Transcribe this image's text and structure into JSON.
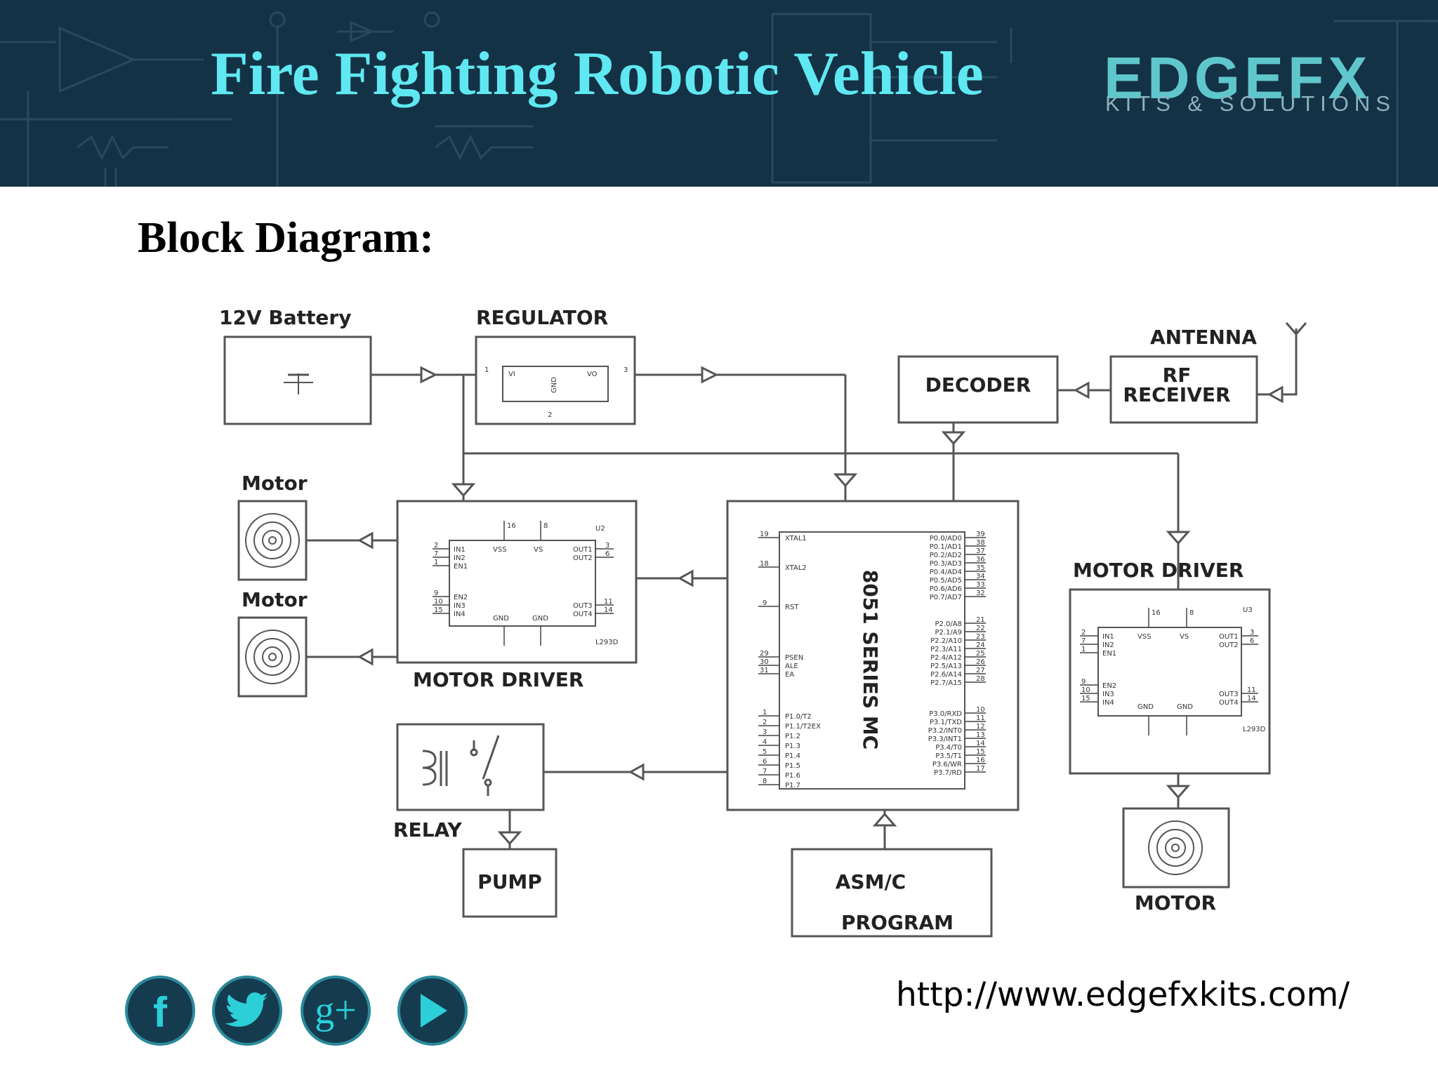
{
  "header": {
    "title": "Fire Fighting Robotic Vehicle",
    "logo_main": "EDGEFX",
    "logo_sub": "KITS & SOLUTIONS",
    "colors": {
      "background": "#143246",
      "title": "#5fe8f2",
      "logo": "#5fc7cc"
    }
  },
  "section_title": "Block Diagram:",
  "diagram": {
    "battery": "12V Battery",
    "regulator": "REGULATOR",
    "regulator_pins": {
      "vi": "VI",
      "vo": "VO",
      "gnd": "GND",
      "in": "1",
      "out": "3",
      "gnd_pin": "2"
    },
    "antenna": "ANTENNA",
    "rf_receiver_line1": "RF",
    "rf_receiver_line2": "RECEIVER",
    "decoder": "DECODER",
    "motor_1": "Motor",
    "motor_2": "Motor",
    "motor_3": "MOTOR",
    "motor_driver_left": {
      "label": "MOTOR DRIVER",
      "ref": "U2",
      "part": "L293D",
      "pins_left": [
        "IN1",
        "IN2",
        "EN1",
        "EN2",
        "IN3",
        "IN4"
      ],
      "pin_numbers_left": [
        "2",
        "7",
        "1",
        "9",
        "10",
        "15"
      ],
      "pins_right": [
        "OUT1",
        "OUT2",
        "OUT3",
        "OUT4"
      ],
      "pin_numbers_right": [
        "3",
        "6",
        "11",
        "14"
      ],
      "top_pins": [
        "VSS",
        "VS"
      ],
      "top_numbers": [
        "16",
        "8"
      ],
      "bottom_pins": [
        "GND",
        "GND"
      ]
    },
    "motor_driver_right": {
      "label": "MOTOR DRIVER",
      "ref": "U3",
      "part": "L293D",
      "pins_left": [
        "IN1",
        "IN2",
        "EN1",
        "EN2",
        "IN3",
        "IN4"
      ],
      "pin_numbers_left": [
        "2",
        "7",
        "1",
        "9",
        "10",
        "15"
      ],
      "pins_right": [
        "OUT1",
        "OUT2",
        "OUT3",
        "OUT4"
      ],
      "pin_numbers_right": [
        "3",
        "6",
        "11",
        "14"
      ],
      "top_pins": [
        "VSS",
        "VS"
      ],
      "top_numbers": [
        "16",
        "8"
      ],
      "bottom_pins": [
        "GND",
        "GND"
      ]
    },
    "mcu": {
      "label": "8051 SERIES MC",
      "left_pins": [
        "XTAL1",
        "XTAL2",
        "RST",
        "PSEN",
        "ALE",
        "EA",
        "P1.0/T2",
        "P1.1/T2EX",
        "P1.2",
        "P1.3",
        "P1.4",
        "P1.5",
        "P1.6",
        "P1.7"
      ],
      "left_numbers": [
        "19",
        "18",
        "9",
        "29",
        "30",
        "31",
        "1",
        "2",
        "3",
        "4",
        "5",
        "6",
        "7",
        "8"
      ],
      "right_pins": [
        "P0.0/AD0",
        "P0.1/AD1",
        "P0.2/AD2",
        "P0.3/AD3",
        "P0.4/AD4",
        "P0.5/AD5",
        "P0.6/AD6",
        "P0.7/AD7",
        "P2.0/A8",
        "P2.1/A9",
        "P2.2/A10",
        "P2.3/A11",
        "P2.4/A12",
        "P2.5/A13",
        "P2.6/A14",
        "P2.7/A15",
        "P3.0/RXD",
        "P3.1/TXD",
        "P3.2/INT0",
        "P3.3/INT1",
        "P3.4/T0",
        "P3.5/T1",
        "P3.6/WR",
        "P3.7/RD"
      ],
      "right_numbers": [
        "39",
        "38",
        "37",
        "36",
        "35",
        "34",
        "33",
        "32",
        "21",
        "22",
        "23",
        "24",
        "25",
        "26",
        "27",
        "28",
        "10",
        "11",
        "12",
        "13",
        "14",
        "15",
        "16",
        "17"
      ]
    },
    "relay": "RELAY",
    "pump": "PUMP",
    "program_line1": "ASM/C",
    "program_line2": "PROGRAM"
  },
  "footer": {
    "social_icons": [
      "facebook-icon",
      "twitter-icon",
      "google-plus-icon",
      "youtube-play-icon"
    ],
    "facebook_glyph": "f",
    "google_glyph": "g+",
    "url": "http://www.edgefxkits.com/"
  }
}
